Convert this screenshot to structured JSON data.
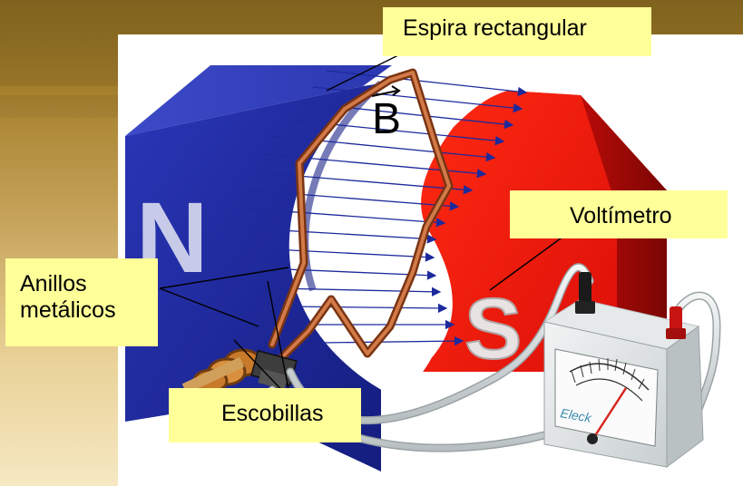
{
  "labels": {
    "espira": "Espira rectangular",
    "vector_b": "B",
    "voltimetro": "Voltímetro",
    "anillos_line1": "Anillos",
    "anillos_line2": "metálicos",
    "escobillas": "Escobillas"
  },
  "magnets": {
    "north": {
      "letter": "N",
      "color": "#1f2aa0"
    },
    "south": {
      "letter": "S",
      "color": "#e3110b"
    }
  },
  "meter": {
    "brand": "Eleck"
  },
  "colors": {
    "label_fill": "#ffff99",
    "wire": "#b5592a",
    "field_lines": "#1d2a9c"
  }
}
